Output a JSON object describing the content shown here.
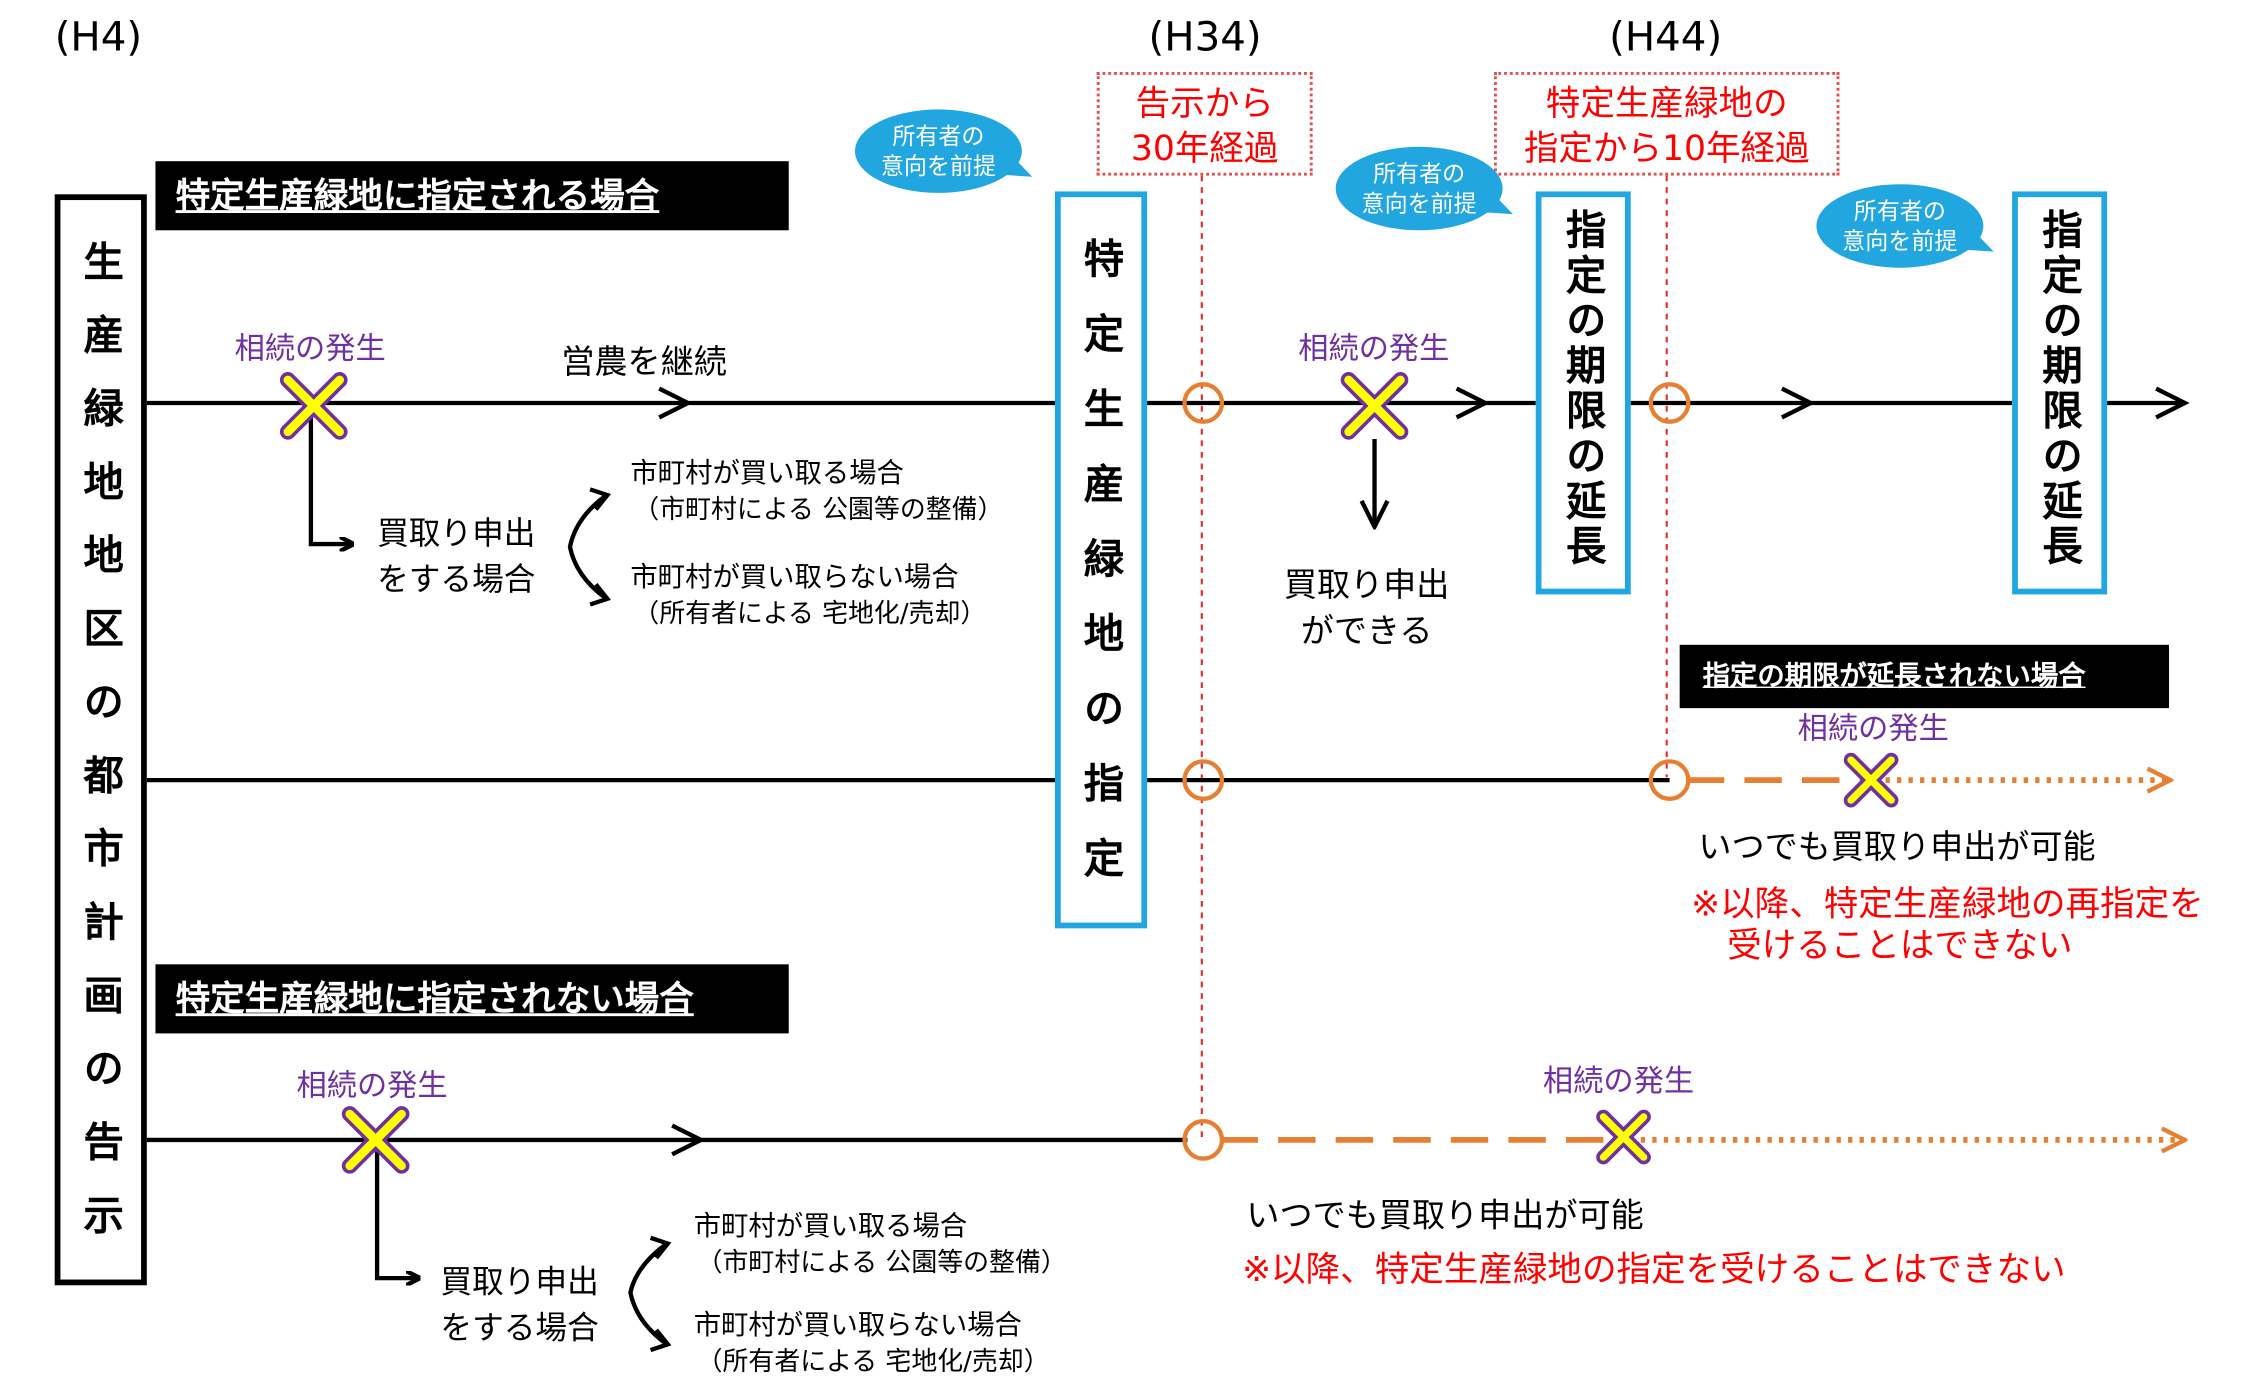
{
  "eras": {
    "start": "(H4)",
    "h34": "(H34)",
    "h44": "(H44)"
  },
  "left_box": {
    "text": "生産緑地地区の都市計画の告示"
  },
  "banners": {
    "designated": "特定生産緑地に指定される場合",
    "not_designated": "特定生産緑地に指定されない場合",
    "not_extended": "指定の期限が延長されない場合"
  },
  "notes": {
    "h34": {
      "line1": "告示から",
      "line2": "30年経過"
    },
    "h44": {
      "line1": "特定生産緑地の",
      "line2": "指定から10年経過"
    }
  },
  "bubbles": {
    "line1": "所有者の",
    "line2": "意向を前提"
  },
  "vboxes": {
    "designation": "特定生産緑地の指定",
    "extension1": "指定の期限の延長",
    "extension2": "指定の期限の延長"
  },
  "labels": {
    "inheritance": "相続の発生",
    "continue_farming": "営農を継続",
    "purchase_request_1": "買取り申出",
    "purchase_request_2": "をする場合",
    "muni_buys": "市町村が買い取る場合",
    "muni_buys_note": "（市町村による 公園等の整備）",
    "muni_not_buy": "市町村が買い取らない場合",
    "muni_not_buy_note": "（所有者による 宅地化/売却）",
    "can_request_1": "買取り申出",
    "can_request_2": "ができる",
    "anytime": "いつでも買取り申出が可能",
    "no_redesignation_1": "※以降、特定生産緑地の再指定を",
    "no_redesignation_2": "受けることはできない",
    "no_designation": "※以降、特定生産緑地の指定を受けることはできない"
  },
  "colors": {
    "purple": "#7030a0",
    "orange": "#e57f32",
    "blue": "#22a6e0",
    "red": "#ff0000",
    "yellow": "#ffff00"
  }
}
